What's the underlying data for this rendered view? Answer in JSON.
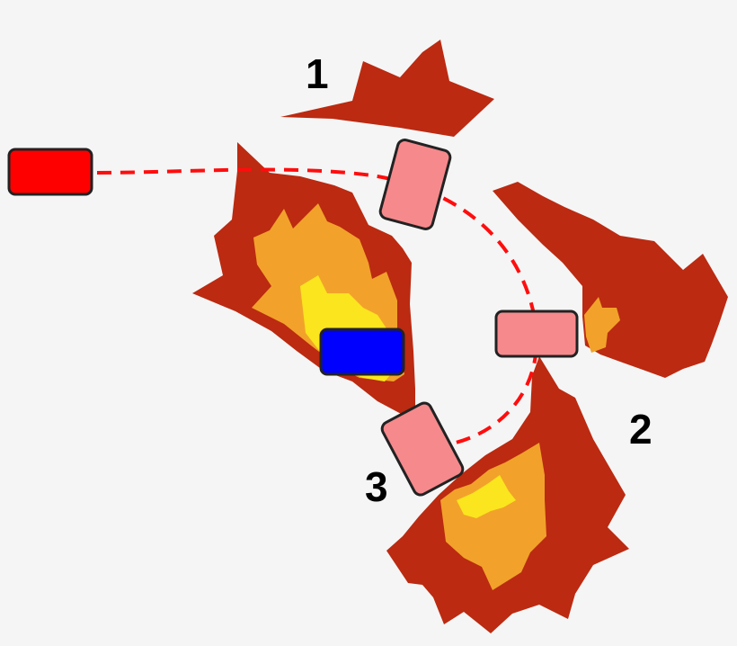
{
  "labels": {
    "one": "1",
    "two": "2",
    "three": "3"
  },
  "colors": {
    "background": "#f5f5f5",
    "burst_outer": "#bb2a11",
    "burst_mid": "#f2a22a",
    "burst_core": "#fbe51e",
    "ghost_fill": "#f6898c",
    "active_red": "#ff0000",
    "player_blue": "#0000ff",
    "path_dash": "#ff0d0d",
    "outline": "#222222"
  },
  "icons": {
    "burst": "explosion-burst-icon",
    "vehicle": "vehicle-block-icon"
  }
}
